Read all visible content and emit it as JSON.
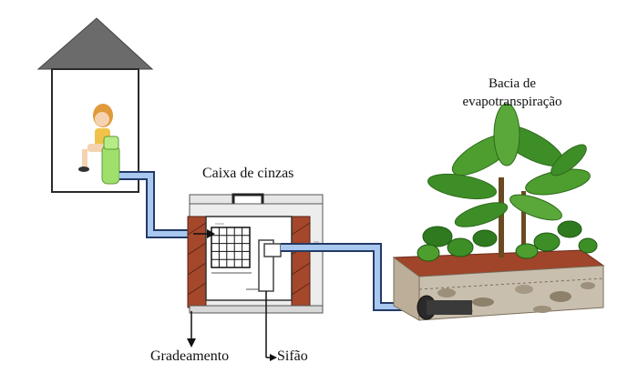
{
  "labels": {
    "caixa": "Caixa de cinzas",
    "gradeamento": "Gradeamento",
    "sifao": "Sifão",
    "bacia_line1": "Bacia de",
    "bacia_line2": "evapotranspiração"
  },
  "colors": {
    "roof": "#6b6b6b",
    "house_wall": "#2a2a2a",
    "pipe_fill": "#a9c8ef",
    "pipe_stroke": "#233a66",
    "brick": "#a4472b",
    "soil": "#a0442a",
    "rock": "#c9bfae",
    "leaf": "#3e8e28",
    "toilet": "#9fe06c"
  }
}
